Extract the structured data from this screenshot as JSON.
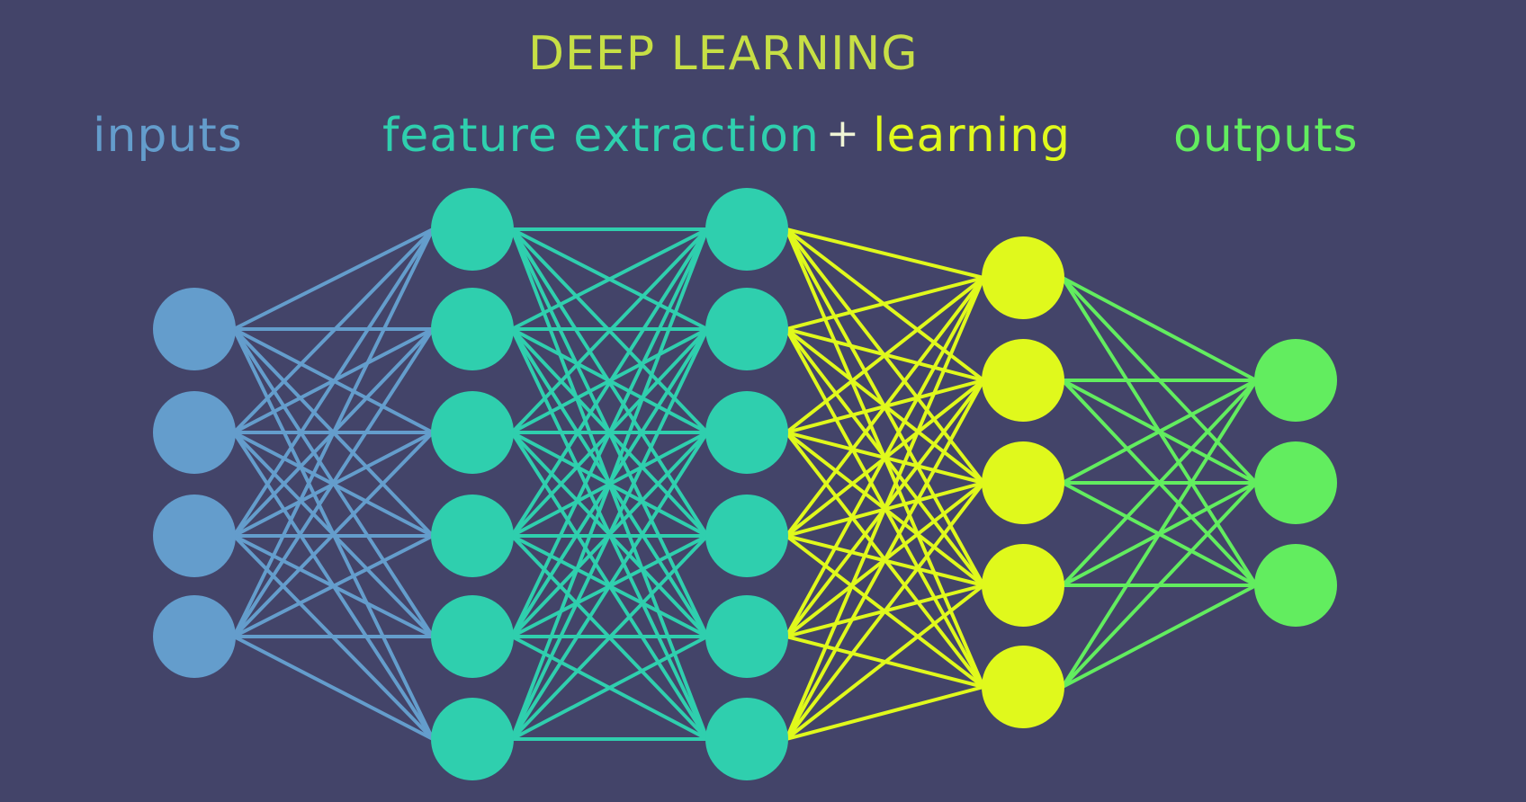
{
  "title": "DEEP LEARNING",
  "labels": {
    "inputs": "inputs",
    "feature_extraction": "feature extraction",
    "plus": "+",
    "learning": "learning",
    "outputs": "outputs"
  },
  "colors": {
    "background": "#434469",
    "title": "#c7df45",
    "inputs": "#649dcc",
    "feature": "#2fcfae",
    "learning": "#e0f91c",
    "outputs": "#62ed5f",
    "plus": "#f0f5d6"
  },
  "network": {
    "layers": [
      {
        "name": "input",
        "nodes": 4,
        "color": "#649dcc"
      },
      {
        "name": "hidden-1",
        "nodes": 6,
        "color": "#2fcfae"
      },
      {
        "name": "hidden-2",
        "nodes": 6,
        "color": "#2fcfae"
      },
      {
        "name": "hidden-3",
        "nodes": 5,
        "color": "#e0f91c"
      },
      {
        "name": "output",
        "nodes": 3,
        "color": "#62ed5f"
      }
    ],
    "connections": "fully-connected",
    "edge_colors": [
      "#649dcc",
      "#2fcfae",
      "#e0f91c",
      "#62ed5f"
    ]
  }
}
